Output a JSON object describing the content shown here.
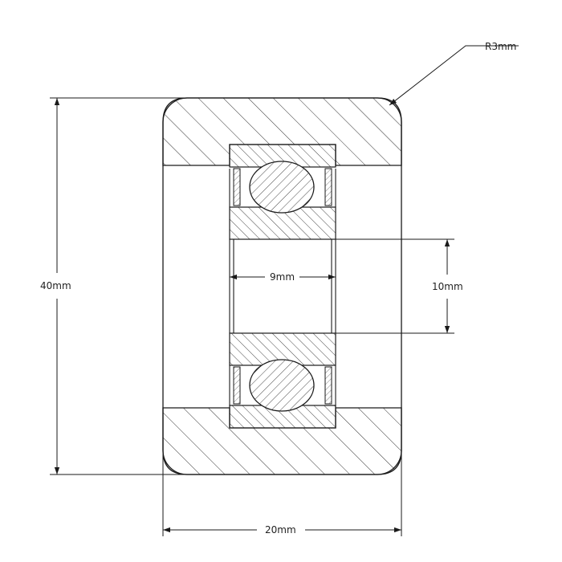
{
  "drawing": {
    "dimensions": {
      "corner_radius": "R3mm",
      "overall_height": "40mm",
      "overall_width": "20mm",
      "bore_width": "9mm",
      "bore_diameter": "10mm"
    },
    "colors": {
      "line": "#1a1a1a",
      "hatch": "#333333",
      "background": "#ffffff"
    }
  }
}
